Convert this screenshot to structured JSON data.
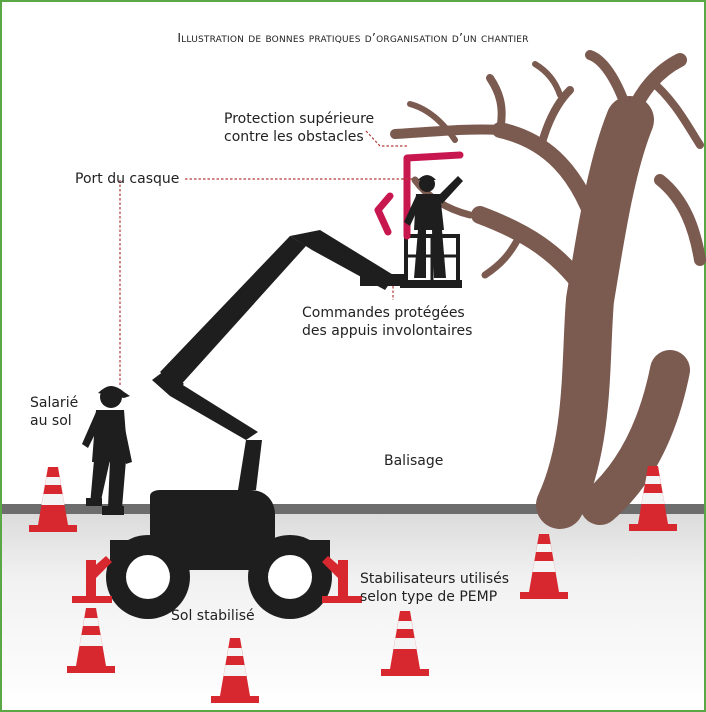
{
  "title": "Illustration de bonnes pratiques d’organisation d’un chantier",
  "labels": {
    "protection_line1": "Protection supérieure",
    "protection_line2": "contre les obstacles",
    "casque": "Port du casque",
    "commandes_line1": "Commandes protégées",
    "commandes_line2": "des appuis involontaires",
    "salarie_line1": "Salarié",
    "salarie_line2": "au sol",
    "balisage": "Balisage",
    "stab_line1": "Stabilisateurs  utilisés",
    "stab_line2": "selon type de PEMP",
    "sol": "Sol stabilisé"
  },
  "colors": {
    "border": "#5aa845",
    "tree": "#7b5a50",
    "machine": "#1e1e1e",
    "accent": "#c8174f",
    "cone": "#d7282f",
    "ground": "#e9e9e9",
    "leader": "#b33b3b"
  }
}
